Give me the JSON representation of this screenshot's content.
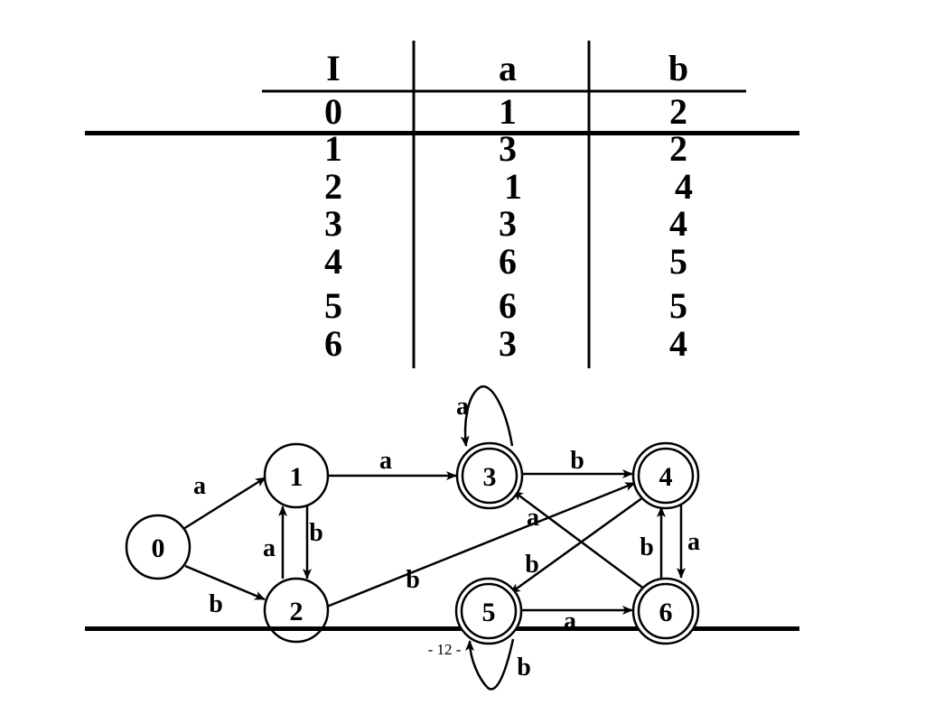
{
  "table": {
    "headers": [
      "I",
      "a",
      "b"
    ],
    "rows": [
      [
        "0",
        "1",
        "2"
      ],
      [
        "1",
        "3",
        "2"
      ],
      [
        "2",
        "1",
        "4"
      ],
      [
        "3",
        "3",
        "4"
      ],
      [
        "4",
        "6",
        "5"
      ],
      [
        "5",
        "6",
        "5"
      ],
      [
        "6",
        "3",
        "4"
      ]
    ]
  },
  "automaton": {
    "states": [
      {
        "id": "0",
        "accepting": false
      },
      {
        "id": "1",
        "accepting": false
      },
      {
        "id": "2",
        "accepting": false
      },
      {
        "id": "3",
        "accepting": true
      },
      {
        "id": "4",
        "accepting": true
      },
      {
        "id": "5",
        "accepting": true
      },
      {
        "id": "6",
        "accepting": true
      }
    ],
    "transitions": [
      {
        "from": "0",
        "to": "1",
        "symbol": "a"
      },
      {
        "from": "0",
        "to": "2",
        "symbol": "b"
      },
      {
        "from": "1",
        "to": "3",
        "symbol": "a"
      },
      {
        "from": "1",
        "to": "2",
        "symbol": "b"
      },
      {
        "from": "2",
        "to": "1",
        "symbol": "a"
      },
      {
        "from": "2",
        "to": "4",
        "symbol": "b"
      },
      {
        "from": "3",
        "to": "3",
        "symbol": "a"
      },
      {
        "from": "3",
        "to": "4",
        "symbol": "b"
      },
      {
        "from": "4",
        "to": "6",
        "symbol": "a"
      },
      {
        "from": "4",
        "to": "5",
        "symbol": "b"
      },
      {
        "from": "5",
        "to": "6",
        "symbol": "a"
      },
      {
        "from": "5",
        "to": "5",
        "symbol": "b"
      },
      {
        "from": "6",
        "to": "3",
        "symbol": "a"
      },
      {
        "from": "6",
        "to": "4",
        "symbol": "b"
      }
    ]
  },
  "page_number": "- 12 -"
}
